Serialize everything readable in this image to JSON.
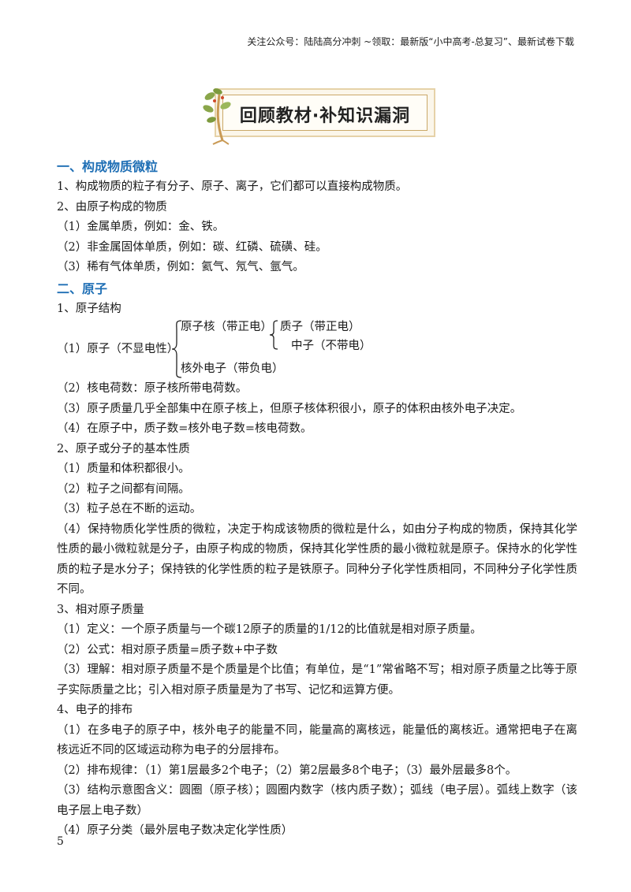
{
  "header": {
    "note": "关注公众号：陆陆高分冲刺  ~领取：最新版“小中高考-总复习”、最新试卷下载"
  },
  "banner": {
    "title": "回顾教材·补知识漏洞"
  },
  "section1": {
    "heading": "一、构成物质微粒",
    "lines": [
      "1、构成物质的粒子有分子、原子、离子，它们都可以直接构成物质。",
      "2、由原子构成的物质",
      "（1）金属单质，例如：金、铁。",
      "（2）非金属固体单质，例如：碳、红磷、硫磺、硅。",
      "（3）稀有气体单质，例如：氦气、氖气、氩气。"
    ]
  },
  "section2": {
    "heading": "二、原子",
    "sub1_title": "1、原子结构",
    "structure": {
      "atom": "（1）原子（不显电性）",
      "nucleus": "原子核（带正电）",
      "proton": "质子（带正电）",
      "neutron": "中子（不带电）",
      "electron": "核外电子（带负电）"
    },
    "sub1_lines": [
      "（2）核电荷数：原子核所带电荷数。",
      "（3）原子质量几乎全部集中在原子核上，但原子核体积很小，原子的体积由核外电子决定。",
      "（4）在原子中，质子数=核外电子数=核电荷数。"
    ],
    "sub2_title": "2、原子或分子的基本性质",
    "sub2_lines": [
      "（1）质量和体积都很小。",
      "（2）粒子之间都有间隔。",
      "（3）粒子总在不断的运动。"
    ],
    "sub2_para": "（4）保持物质化学性质的微粒，决定于构成该物质的微粒是什么，如由分子构成的物质，保持其化学性质的最小微粒就是分子，由原子构成的物质，保持其化学性质的最小微粒就是原子。保持水的化学性质的粒子是水分子；保持铁的化学性质的粒子是铁原子。同种分子化学性质相同，不同种分子化学性质不同。",
    "sub3_title": "3、相对原子质量",
    "sub3_lines": [
      "（1）定义：一个原子质量与一个碳12原子的质量的1/12的比值就是相对原子质量。",
      "（2）公式：相对原子质量=质子数+中子数"
    ],
    "sub3_para": "（3）理解：相对原子质量不是个质量是个比值；有单位，是“1”常省略不写；相对原子质量之比等于原子实际质量之比；引入相对原子质量是为了书写、记忆和运算方便。",
    "sub4_title": "4、电子的排布",
    "sub4_para1": "（1）在多电子的原子中，核外电子的能量不同，能量高的离核远，能量低的离核近。通常把电子在离核远近不同的区域运动称为电子的分层排布。",
    "sub4_line2": "（2）排布规律：（1）第1层最多2个电子；（2）第2层最多8个电子；（3）最外层最多8个。",
    "sub4_para3": "（3）结构示意图含义：圆圈（原子核）；圆圈内数字（核内质子数）；弧线（电子层）。弧线上数字（该电子层上电子数）",
    "sub4_line4": "（4）原子分类（最外层电子数决定化学性质）"
  },
  "footer": {
    "page_number": "5"
  },
  "colors": {
    "heading": "#1f6fb5",
    "banner_border": "#caa868",
    "sprig_leaf": "#8aa64a",
    "sprig_stem": "#c99a55"
  }
}
